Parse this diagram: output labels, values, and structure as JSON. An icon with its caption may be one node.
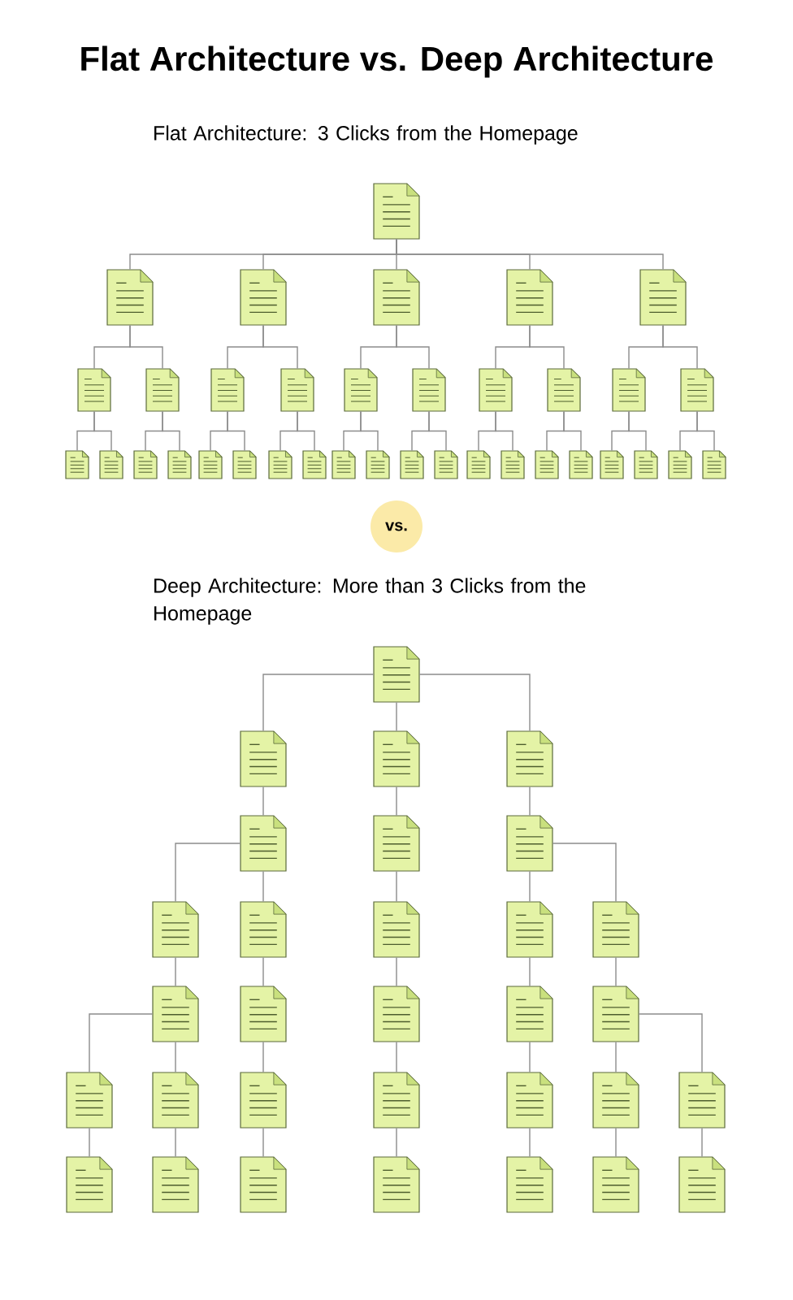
{
  "diagram": {
    "title": "Flat Architecture vs. Deep Architecture",
    "nodes": [
      {
        "text": [],
        "shape": "document"
      },
      {
        "text": [],
        "shape": "document"
      },
      {
        "text": [],
        "shape": "document"
      },
      {
        "text": [],
        "shape": "document"
      },
      {
        "text": [],
        "shape": "document"
      },
      {
        "text": [],
        "shape": "document"
      },
      {
        "text": [],
        "shape": "document"
      },
      {
        "text": [],
        "shape": "document"
      },
      {
        "text": [],
        "shape": "document"
      },
      {
        "text": [],
        "shape": "document"
      },
      {
        "text": [],
        "shape": "document"
      },
      {
        "text": [],
        "shape": "document"
      },
      {
        "text": [],
        "shape": "document"
      },
      {
        "text": [],
        "shape": "document"
      },
      {
        "text": [],
        "shape": "document"
      },
      {
        "text": [],
        "shape": "document"
      },
      {
        "text": [],
        "shape": "document"
      },
      {
        "text": [],
        "shape": "document"
      },
      {
        "text": [],
        "shape": "document"
      },
      {
        "text": [],
        "shape": "document"
      },
      {
        "text": [],
        "shape": "document"
      },
      {
        "text": [],
        "shape": "document"
      },
      {
        "text": [],
        "shape": "document"
      },
      {
        "text": [],
        "shape": "document"
      },
      {
        "text": [],
        "shape": "document"
      },
      {
        "text": [],
        "shape": "document"
      },
      {
        "text": [],
        "shape": "document"
      },
      {
        "text": [],
        "shape": "document"
      },
      {
        "text": [],
        "shape": "document"
      },
      {
        "text": [],
        "shape": "document"
      },
      {
        "text": [],
        "shape": "document"
      },
      {
        "text": [],
        "shape": "document"
      },
      {
        "text": [],
        "shape": "document"
      },
      {
        "text": [],
        "shape": "document"
      },
      {
        "text": [],
        "shape": "document"
      },
      {
        "text": [],
        "shape": "document"
      },
      {
        "text": [
          "vs."
        ]
      },
      {
        "text": [],
        "shape": "document"
      },
      {
        "text": [],
        "shape": "document"
      },
      {
        "text": [],
        "shape": "document"
      },
      {
        "text": [],
        "shape": "document"
      },
      {
        "text": [],
        "shape": "document"
      },
      {
        "text": [],
        "shape": "document"
      },
      {
        "text": [],
        "shape": "document"
      },
      {
        "text": [],
        "shape": "document"
      },
      {
        "text": [],
        "shape": "document"
      },
      {
        "text": [],
        "shape": "document"
      },
      {
        "text": [],
        "shape": "document"
      },
      {
        "text": [],
        "shape": "document"
      },
      {
        "text": [],
        "shape": "document"
      },
      {
        "text": [],
        "shape": "document"
      },
      {
        "text": [],
        "shape": "document"
      },
      {
        "text": [],
        "shape": "document"
      },
      {
        "text": [],
        "shape": "document"
      },
      {
        "text": [],
        "shape": "document"
      },
      {
        "text": [],
        "shape": "document"
      },
      {
        "text": [],
        "shape": "document"
      },
      {
        "text": [],
        "shape": "document"
      },
      {
        "text": [],
        "shape": "document"
      },
      {
        "text": [],
        "shape": "document"
      },
      {
        "text": [],
        "shape": "document"
      },
      {
        "text": [],
        "shape": "document"
      },
      {
        "text": [],
        "shape": "document"
      },
      {
        "text": [],
        "shape": "document"
      },
      {
        "text": [],
        "shape": "document"
      },
      {
        "text": [],
        "shape": "document"
      },
      {
        "text": [],
        "shape": "document"
      },
      {
        "text": [],
        "shape": "document"
      }
    ],
    "edges": [
      {
        "from": 0,
        "to": 1,
        "arrow": "none"
      },
      {
        "from": 0,
        "to": 2,
        "arrow": "none"
      },
      {
        "from": 0,
        "to": 3,
        "arrow": "none"
      },
      {
        "from": 0,
        "to": 4,
        "arrow": "none"
      },
      {
        "from": 0,
        "to": 5,
        "arrow": "none"
      },
      {
        "from": 1,
        "to": 6,
        "arrow": "none"
      },
      {
        "from": 1,
        "to": 7,
        "arrow": "none"
      },
      {
        "from": 2,
        "to": 8,
        "arrow": "none"
      },
      {
        "from": 2,
        "to": 9,
        "arrow": "none"
      },
      {
        "from": 3,
        "to": 10,
        "arrow": "none"
      },
      {
        "from": 3,
        "to": 11,
        "arrow": "none"
      },
      {
        "from": 4,
        "to": 12,
        "arrow": "none"
      },
      {
        "from": 4,
        "to": 13,
        "arrow": "none"
      },
      {
        "from": 5,
        "to": 14,
        "arrow": "none"
      },
      {
        "from": 5,
        "to": 15,
        "arrow": "none"
      },
      {
        "from": 6,
        "to": 16,
        "arrow": "none"
      },
      {
        "from": 6,
        "to": 17,
        "arrow": "none"
      },
      {
        "from": 7,
        "to": 18,
        "arrow": "none"
      },
      {
        "from": 7,
        "to": 19,
        "arrow": "none"
      },
      {
        "from": 8,
        "to": 20,
        "arrow": "none"
      },
      {
        "from": 8,
        "to": 21,
        "arrow": "none"
      },
      {
        "from": 9,
        "to": 22,
        "arrow": "none"
      },
      {
        "from": 9,
        "to": 23,
        "arrow": "none"
      },
      {
        "from": 10,
        "to": 24,
        "arrow": "none"
      },
      {
        "from": 10,
        "to": 25,
        "arrow": "none"
      },
      {
        "from": 11,
        "to": 26,
        "arrow": "none"
      },
      {
        "from": 11,
        "to": 27,
        "arrow": "none"
      },
      {
        "from": 12,
        "to": 28,
        "arrow": "none"
      },
      {
        "from": 12,
        "to": 29,
        "arrow": "none"
      },
      {
        "from": 13,
        "to": 30,
        "arrow": "none"
      },
      {
        "from": 13,
        "to": 31,
        "arrow": "none"
      },
      {
        "from": 14,
        "to": 32,
        "arrow": "none"
      },
      {
        "from": 14,
        "to": 33,
        "arrow": "none"
      },
      {
        "from": 15,
        "to": 34,
        "arrow": "none"
      },
      {
        "from": 15,
        "to": 35,
        "arrow": "none"
      },
      {
        "from": 37,
        "to": 38,
        "arrow": "none"
      },
      {
        "from": 37,
        "to": 39,
        "arrow": "none"
      },
      {
        "from": 37,
        "to": 40,
        "arrow": "none"
      },
      {
        "from": 38,
        "to": 41,
        "arrow": "none"
      },
      {
        "from": 39,
        "to": 42,
        "arrow": "none"
      },
      {
        "from": 40,
        "to": 43,
        "arrow": "none"
      },
      {
        "from": 41,
        "to": 44,
        "arrow": "none"
      },
      {
        "from": 41,
        "to": 45,
        "arrow": "none"
      },
      {
        "from": 42,
        "to": 46,
        "arrow": "none"
      },
      {
        "from": 43,
        "to": 47,
        "arrow": "none"
      },
      {
        "from": 43,
        "to": 48,
        "arrow": "none"
      },
      {
        "from": 44,
        "to": 49,
        "arrow": "none"
      },
      {
        "from": 45,
        "to": 50,
        "arrow": "none"
      },
      {
        "from": 46,
        "to": 51,
        "arrow": "none"
      },
      {
        "from": 47,
        "to": 52,
        "arrow": "none"
      },
      {
        "from": 48,
        "to": 53,
        "arrow": "none"
      },
      {
        "from": 49,
        "to": 54,
        "arrow": "none"
      },
      {
        "from": 49,
        "to": 55,
        "arrow": "none"
      },
      {
        "from": 50,
        "to": 56,
        "arrow": "none"
      },
      {
        "from": 51,
        "to": 57,
        "arrow": "none"
      },
      {
        "from": 52,
        "to": 58,
        "arrow": "none"
      },
      {
        "from": 53,
        "to": 59,
        "arrow": "none"
      },
      {
        "from": 53,
        "to": 60,
        "arrow": "none"
      },
      {
        "from": 54,
        "to": 61,
        "arrow": "none"
      },
      {
        "from": 55,
        "to": 62,
        "arrow": "none"
      },
      {
        "from": 56,
        "to": 63,
        "arrow": "none"
      },
      {
        "from": 57,
        "to": 64,
        "arrow": "none"
      },
      {
        "from": 58,
        "to": 65,
        "arrow": "none"
      },
      {
        "from": 59,
        "to": 66,
        "arrow": "none"
      },
      {
        "from": 60,
        "to": 67,
        "arrow": "none"
      }
    ],
    "labels": [
      "Flat Architecture: 3 Clicks from the Homepage",
      "Deep Architecture: More than 3 Clicks from the Homepage"
    ]
  }
}
